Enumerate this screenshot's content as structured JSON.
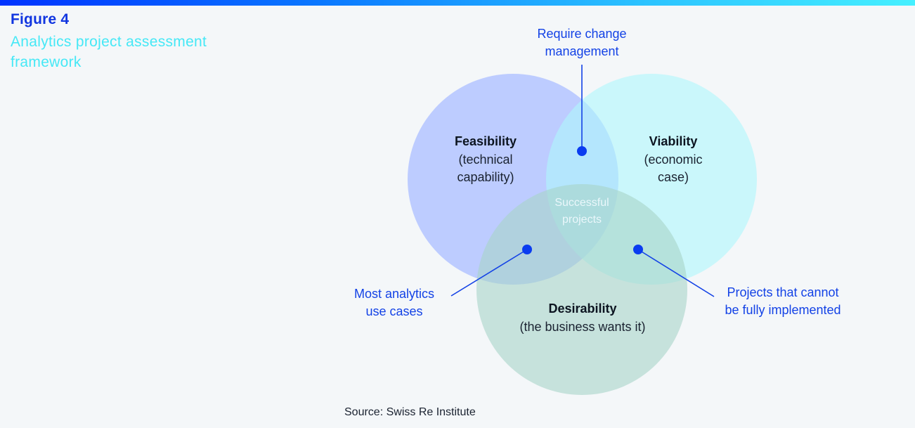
{
  "figure": {
    "label": "Figure 4",
    "title": "Analytics project assessment framework"
  },
  "colors": {
    "accent_blue": "#1342e6",
    "title_cyan": "#45e8f6",
    "feasibility_fill": "#b7c8ff",
    "viability_fill": "#c7fafd",
    "desirability_fill": "#bedfd8",
    "dot": "#0a3cf0"
  },
  "circles": [
    {
      "id": "feasibility",
      "title": "Feasibility",
      "sub": [
        "(technical",
        "capability)"
      ]
    },
    {
      "id": "viability",
      "title": "Viability",
      "sub": [
        "(economic",
        "case)"
      ]
    },
    {
      "id": "desirability",
      "title": "Desirability",
      "sub": [
        "(the business wants it)"
      ]
    }
  ],
  "center": {
    "lines": [
      "Successful",
      "projects"
    ]
  },
  "callouts": [
    {
      "id": "change-management",
      "lines": [
        "Require change",
        "management"
      ],
      "region": "Feasibility ∩ Viability"
    },
    {
      "id": "most-analytics",
      "lines": [
        "Most analytics",
        "use cases"
      ],
      "region": "Feasibility ∩ Desirability"
    },
    {
      "id": "not-implemented",
      "lines": [
        "Projects that cannot",
        "be fully implemented"
      ],
      "region": "Viability ∩ Desirability"
    }
  ],
  "source": "Source: Swiss Re Institute"
}
